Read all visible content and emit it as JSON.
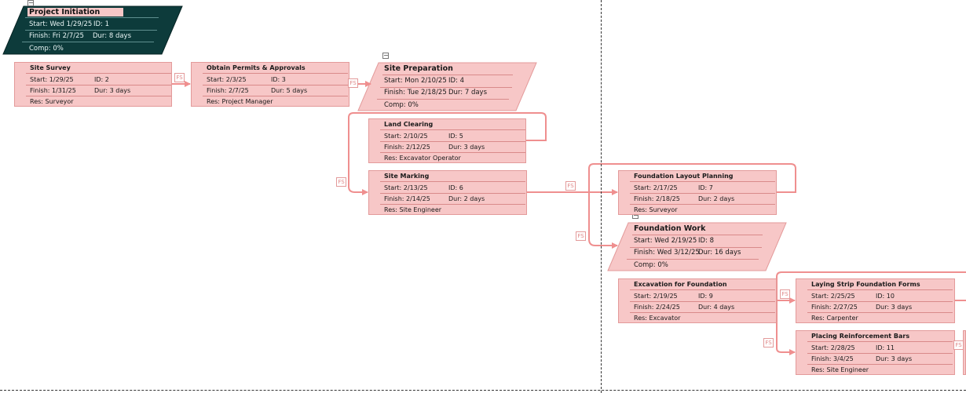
{
  "connector_label": "FS",
  "collapse_symbol": "−",
  "summaries": [
    {
      "title": "Project Initiation",
      "start": "Start:  Wed 1/29/25",
      "id": "ID:  1",
      "finish": "Finish: Fri 2/7/25",
      "dur": "Dur: 8 days",
      "comp": "Comp: 0%"
    },
    {
      "title": "Site Preparation",
      "start": "Start:  Mon 2/10/25",
      "id": "ID:  4",
      "finish": "Finish: Tue 2/18/25",
      "dur": "Dur: 7 days",
      "comp": "Comp: 0%"
    },
    {
      "title": "Foundation Work",
      "start": "Start:  Wed 2/19/25",
      "id": "ID:  8",
      "finish": "Finish: Wed 3/12/25",
      "dur": "Dur: 16 days",
      "comp": "Comp: 0%"
    }
  ],
  "tasks": [
    {
      "title": "Site Survey",
      "start": "Start:  1/29/25",
      "id": "ID:  2",
      "finish": "Finish: 1/31/25",
      "dur": "Dur: 3 days",
      "res": "Res:   Surveyor"
    },
    {
      "title": "Obtain Permits & Approvals",
      "start": "Start:  2/3/25",
      "id": "ID:  3",
      "finish": "Finish: 2/7/25",
      "dur": "Dur: 5 days",
      "res": "Res:   Project Manager"
    },
    {
      "title": "Land Clearing",
      "start": "Start:  2/10/25",
      "id": "ID:  5",
      "finish": "Finish: 2/12/25",
      "dur": "Dur: 3 days",
      "res": "Res:   Excavator Operator"
    },
    {
      "title": "Site Marking",
      "start": "Start:  2/13/25",
      "id": "ID:  6",
      "finish": "Finish: 2/14/25",
      "dur": "Dur: 2 days",
      "res": "Res:   Site Engineer"
    },
    {
      "title": "Foundation Layout Planning",
      "start": "Start:  2/17/25",
      "id": "ID:  7",
      "finish": "Finish: 2/18/25",
      "dur": "Dur: 2 days",
      "res": "Res:   Surveyor"
    },
    {
      "title": "Excavation for Foundation",
      "start": "Start:  2/19/25",
      "id": "ID:  9",
      "finish": "Finish: 2/24/25",
      "dur": "Dur: 4 days",
      "res": "Res:   Excavator"
    },
    {
      "title": "Laying Strip Foundation Forms",
      "start": "Start:  2/25/25",
      "id": "ID:  10",
      "finish": "Finish: 2/27/25",
      "dur": "Dur: 3 days",
      "res": "Res:   Carpenter"
    },
    {
      "title": "Placing Reinforcement Bars",
      "start": "Start:  2/28/25",
      "id": "ID:  11",
      "finish": "Finish: 3/4/25",
      "dur": "Dur: 3 days",
      "res": "Res:   Site Engineer"
    }
  ]
}
